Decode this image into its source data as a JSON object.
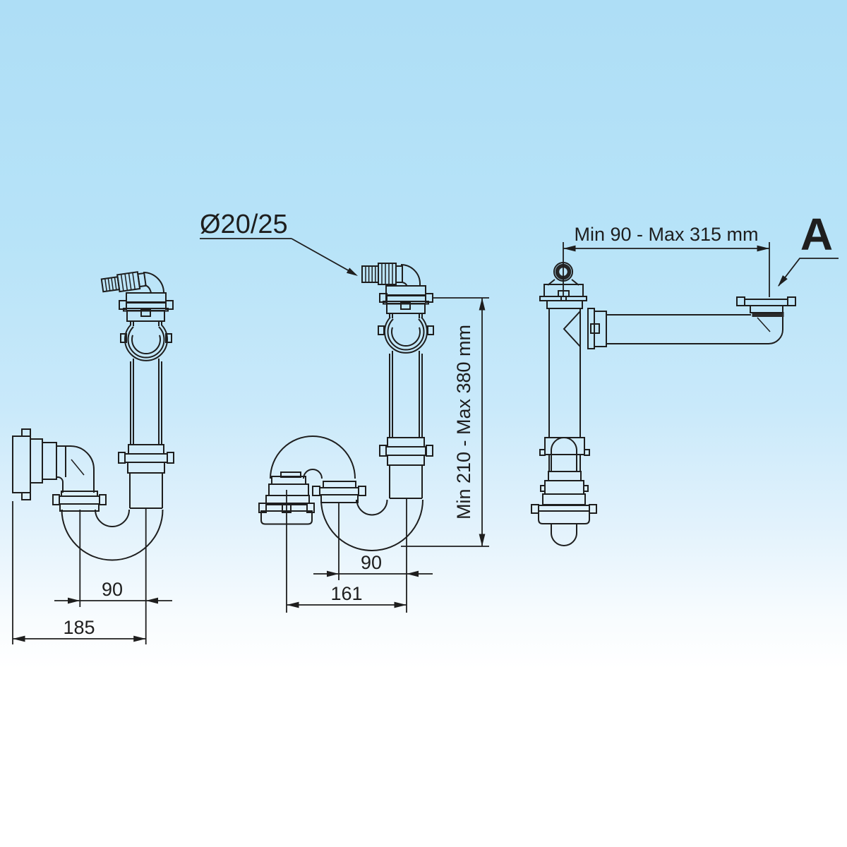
{
  "labels": {
    "hose_connector_diameter": "Ø20/25",
    "horizontal_adjustment_range": "Min 90 - Max 315 mm",
    "vertical_adjustment_range": "Min 210 - Max 380 mm",
    "detail_marker": "A"
  },
  "dimensions_mm": {
    "left_p_trap": {
      "centerline_offset": "90",
      "overall_width": "185"
    },
    "middle_s_trap": {
      "centerline_offset": "90",
      "overall_width": "161"
    }
  },
  "colors": {
    "line": "#1e1e1e",
    "background_top": "#aedef6",
    "background_mid": "#c9e9fa",
    "background_bottom": "#ffffff"
  }
}
